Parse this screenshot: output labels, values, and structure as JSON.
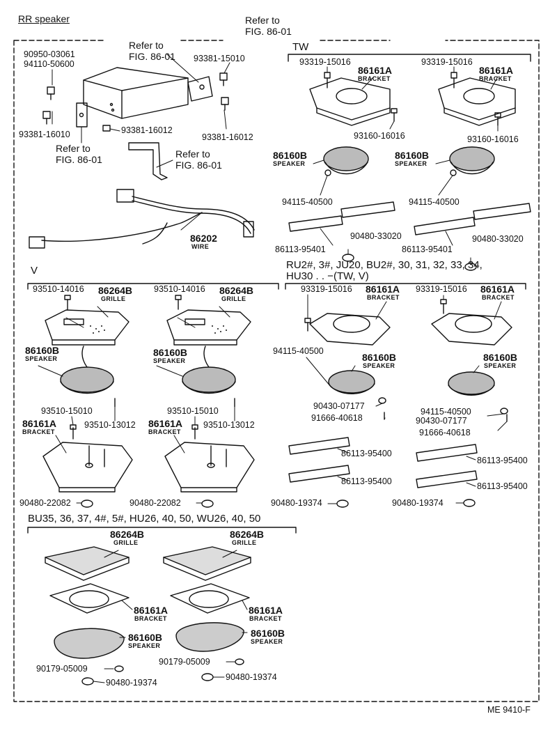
{
  "title": "RR speaker",
  "footer_code": "ME 9410-F",
  "refer_to": "Refer to",
  "fig_ref": "FIG. 86-01",
  "groups": {
    "tw": "TW",
    "v": "V",
    "ru": "RU2#, 3#, JU20, BU2#, 30, 31, 32, 33, 34,",
    "ru2": "HU30 . . −(TW, V)",
    "bu": "BU35, 36, 37, 4#, 5#, HU26, 40, 50, WU26, 40, 50"
  },
  "names": {
    "bracket_no": "86161A",
    "bracket": "BRACKET",
    "speaker_no": "86160B",
    "speaker": "SPEAKER",
    "grille_no": "86264B",
    "grille": "GRILLE",
    "wire_no": "86202",
    "wire": "WIRE"
  },
  "parts": {
    "p01": "90950-03061",
    "p02": "94110-50600",
    "p03": "93381-15010",
    "p04": "93381-16010",
    "p05": "93381-16012",
    "p06": "93319-15016",
    "p07": "93160-16016",
    "p08": "94115-40500",
    "p09": "90480-33020",
    "p10": "86113-95401",
    "p11": "93510-14016",
    "p12": "93510-15010",
    "p13": "93510-13012",
    "p14": "90480-22082",
    "p15": "90430-07177",
    "p16": "91666-40618",
    "p17": "86113-95400",
    "p18": "90480-19374",
    "p19": "90179-05009"
  }
}
